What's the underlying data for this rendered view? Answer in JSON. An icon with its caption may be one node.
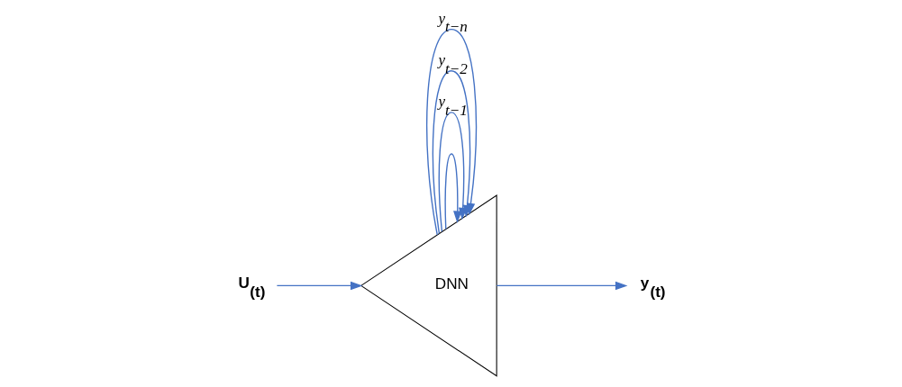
{
  "diagram": {
    "nodes": [
      {
        "text": [
          "U$_{(t)}$"
        ]
      },
      {
        "text": [
          "DNN"
        ]
      },
      {
        "text": [
          "y$_{(t)}$"
        ]
      }
    ],
    "edges": [
      {
        "from": 0,
        "to": 1,
        "arrow": "to"
      },
      {
        "from": 1,
        "to": 2,
        "arrow": "to"
      },
      {
        "from": 1,
        "to": 1,
        "arrow": "to"
      },
      {
        "from": 1,
        "to": 1,
        "arrow": "to",
        "label": "y$_{t−1}$"
      },
      {
        "from": 1,
        "to": 1,
        "arrow": "to",
        "label": "y$_{t−2}$"
      },
      {
        "from": 1,
        "to": 1,
        "arrow": "to",
        "label": "y$_{t−n}$"
      }
    ]
  }
}
